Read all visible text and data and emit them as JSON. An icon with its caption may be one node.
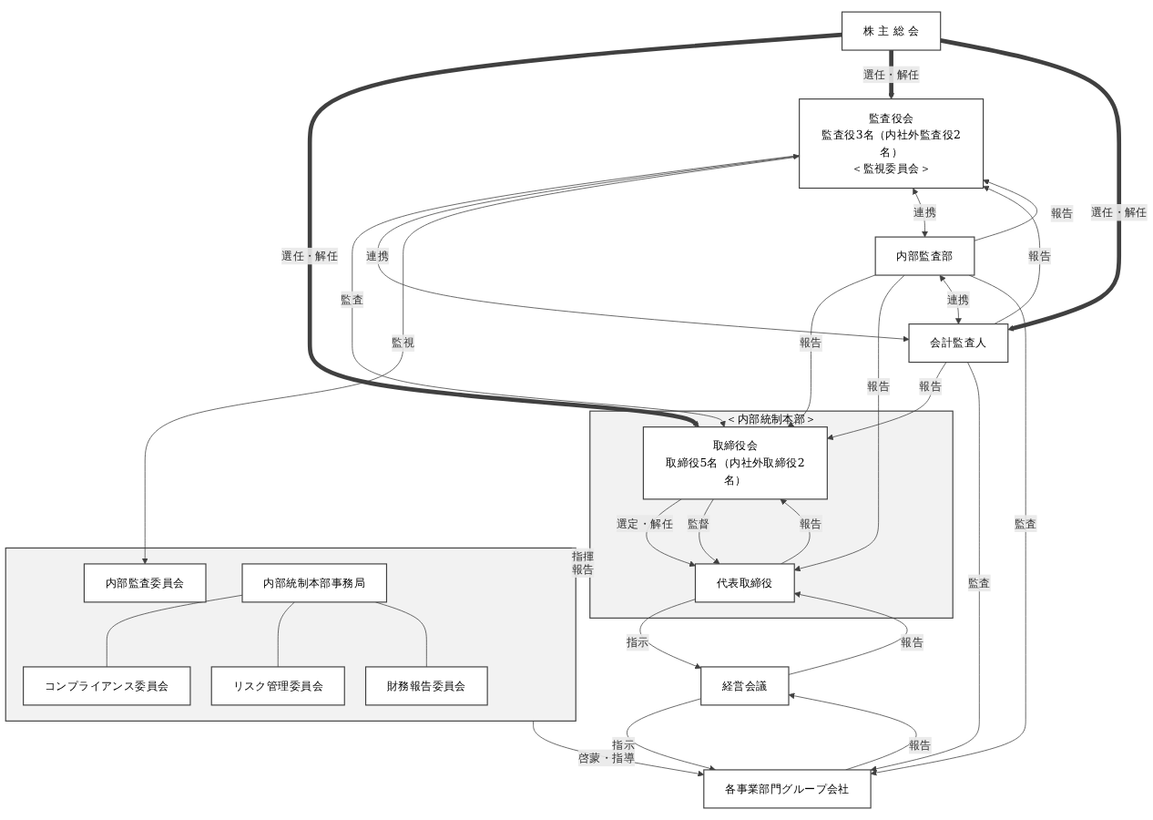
{
  "diagram": {
    "nodes": [
      {
        "text": [
          "株 主 総 会"
        ]
      },
      {
        "text": [
          "＜内部統制本部＞"
        ]
      },
      {
        "text": [
          "取締役会",
          "取締役5名（内社外取締役2名）"
        ],
        "in": 1
      },
      {
        "text": [
          "代表取締役"
        ],
        "in": 1
      },
      {
        "text": [
          "監査役会",
          "監査役3名（内社外監査役2名）",
          "＜監視委員会＞"
        ]
      },
      {
        "text": [
          "会計監査人"
        ]
      },
      {
        "text": [
          "内部監査部"
        ]
      },
      {
        "text": [
          "経営会議"
        ]
      },
      {
        "text": [],
        "shape": "box"
      },
      {
        "text": [
          "内部統制本部事務局"
        ],
        "in": 8
      },
      {
        "text": [
          "内部監査委員会"
        ],
        "in": 8
      },
      {
        "text": [
          "コンプライアンス委員会"
        ],
        "in": 8
      },
      {
        "text": [
          "リスク管理委員会"
        ],
        "in": 8
      },
      {
        "text": [
          "財務報告委員会"
        ],
        "in": 8
      },
      {
        "text": [
          "各事業部門グループ会社"
        ]
      }
    ],
    "edges": [
      {
        "from": 0,
        "to": 2,
        "arrow": "to",
        "label": "選任・解任",
        "style": "thick"
      },
      {
        "from": 0,
        "to": 4,
        "arrow": "to",
        "label": "選任・解任",
        "style": "thick"
      },
      {
        "from": 0,
        "to": 5,
        "arrow": "to",
        "label": "選任・解任",
        "style": "thick"
      },
      {
        "from": 4,
        "to": 2,
        "arrow": "to",
        "label": "監査"
      },
      {
        "from": 5,
        "to": 2,
        "arrow": "to",
        "label": "報告"
      },
      {
        "from": 6,
        "to": 2,
        "arrow": "to",
        "label": "報告"
      },
      {
        "from": 5,
        "to": 4,
        "arrow": "to",
        "label": "報告"
      },
      {
        "from": 4,
        "to": 5,
        "arrow": "both",
        "label": "連携"
      },
      {
        "from": 3,
        "to": 2,
        "arrow": "to",
        "label": "報告"
      },
      {
        "from": 2,
        "to": 3,
        "arrow": "to",
        "label": "選定・解任"
      },
      {
        "from": 2,
        "to": 3,
        "arrow": "to",
        "label": "監督"
      },
      {
        "from": 4,
        "to": 10,
        "arrow": "to",
        "label": "監視"
      },
      {
        "from": 4,
        "to": 6,
        "arrow": "both",
        "label": "連携"
      },
      {
        "from": 6,
        "to": 4,
        "arrow": "to",
        "label": "報告"
      },
      {
        "from": 6,
        "to": 3,
        "arrow": "to",
        "label": "報告"
      },
      {
        "from": 6,
        "to": 5,
        "arrow": "both",
        "label": "連携"
      },
      {
        "from": 1,
        "to": 8,
        "arrow": "to",
        "label": "指揮"
      },
      {
        "from": 8,
        "to": 1,
        "arrow": "to",
        "label": "報告"
      },
      {
        "from": 3,
        "to": 7,
        "arrow": "to",
        "label": "指示"
      },
      {
        "from": 7,
        "to": 3,
        "arrow": "to",
        "label": "報告"
      },
      {
        "from": 9,
        "to": 11,
        "arrow": "none"
      },
      {
        "from": 9,
        "to": 12,
        "arrow": "none"
      },
      {
        "from": 9,
        "to": 13,
        "arrow": "none"
      },
      {
        "from": 7,
        "to": 14,
        "arrow": "to",
        "label": "指示"
      },
      {
        "from": 14,
        "to": 7,
        "arrow": "to",
        "label": "報告"
      },
      {
        "from": 8,
        "to": 14,
        "arrow": "to",
        "label": "啓蒙・指導"
      },
      {
        "from": 6,
        "to": 14,
        "arrow": "to",
        "label": "監査"
      },
      {
        "from": 5,
        "to": 14,
        "arrow": "to",
        "label": "監査"
      }
    ]
  }
}
